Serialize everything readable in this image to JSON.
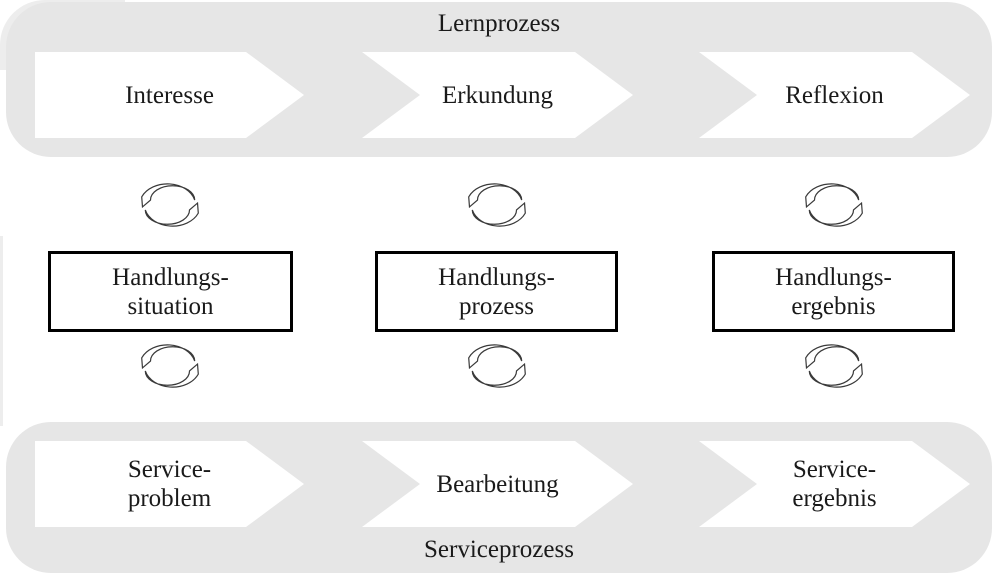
{
  "diagram": {
    "lernprozess": {
      "label": "Lernprozess",
      "steps": [
        {
          "line1": "Interesse",
          "line2": ""
        },
        {
          "line1": "Erkundung",
          "line2": ""
        },
        {
          "line1": "Reflexion",
          "line2": ""
        }
      ]
    },
    "handlung": {
      "boxes": [
        {
          "line1": "Handlungs-",
          "line2": "situation"
        },
        {
          "line1": "Handlungs-",
          "line2": "prozess"
        },
        {
          "line1": "Handlungs-",
          "line2": "ergebnis"
        }
      ]
    },
    "serviceprozess": {
      "label": "Serviceprozess",
      "steps": [
        {
          "line1": "Service-",
          "line2": "problem"
        },
        {
          "line1": "Bearbeitung",
          "line2": ""
        },
        {
          "line1": "Service-",
          "line2": "ergebnis"
        }
      ]
    },
    "icons": {
      "cycle": "cycle-arrows"
    },
    "colors": {
      "band_gray": "#e6e6e6",
      "artifact_gray": "#ededed",
      "step_white": "#ffffff",
      "box_border": "#000000",
      "text": "#1a1a1a",
      "icon_stroke": "#3a3a3a"
    }
  }
}
